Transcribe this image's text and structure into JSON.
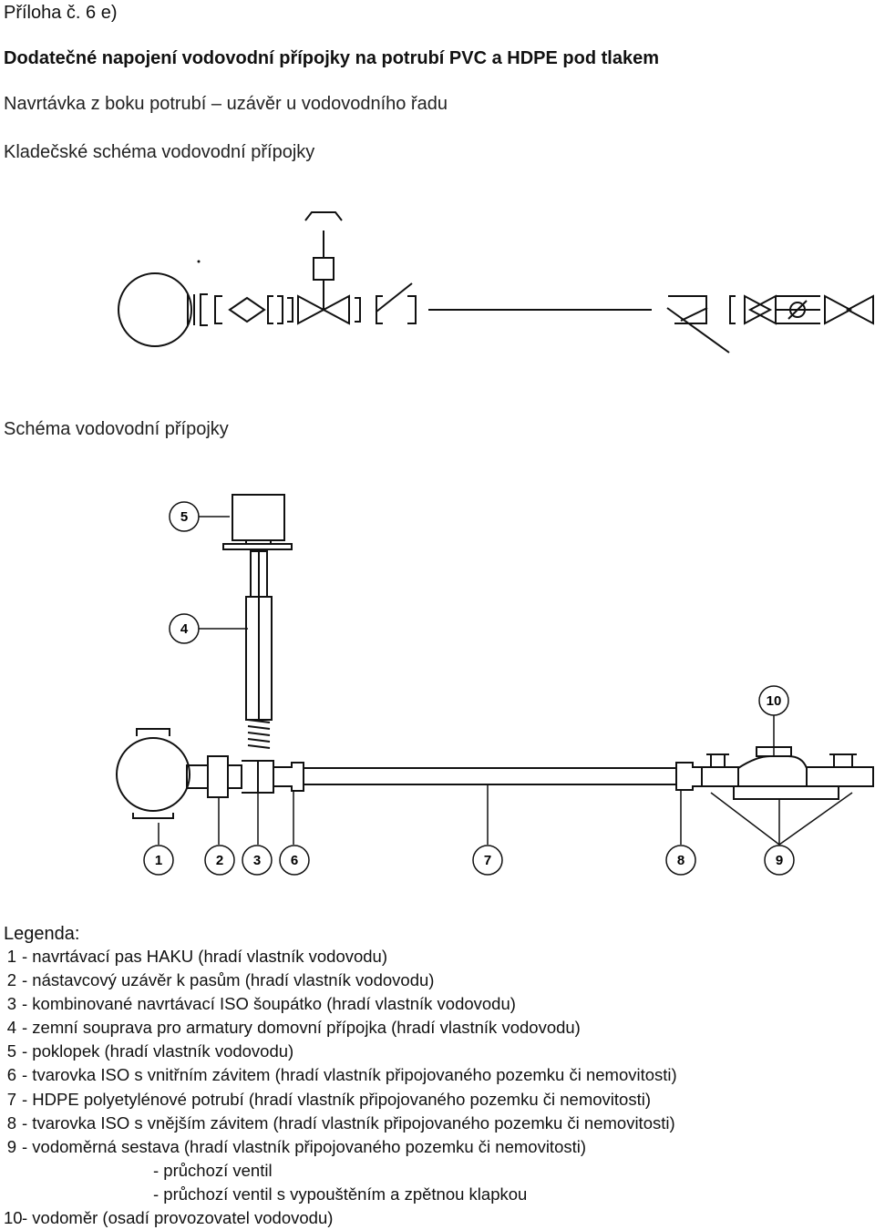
{
  "header": {
    "attachment": "Příloha č. 6 e)",
    "title": "Dodatečné napojení vodovodní přípojky na potrubí PVC a HDPE pod tlakem",
    "subtitle": "Navrtávka z boku potrubí – uzávěr u vodovodního řadu",
    "schema1_title": "Kladečské schéma vodovodní přípojky",
    "schema2_title": "Schéma vodovodní přípojky"
  },
  "callouts": [
    "1",
    "2",
    "3",
    "6",
    "7",
    "8",
    "9",
    "5",
    "4",
    "10"
  ],
  "legend": {
    "title": "Legenda:",
    "items": [
      {
        "num": "1",
        "text": "- navrtávací pas HAKU (hradí vlastník vodovodu)"
      },
      {
        "num": "2",
        "text": "- nástavcový uzávěr k pasům (hradí vlastník vodovodu)"
      },
      {
        "num": "3",
        "text": "- kombinované navrtávací ISO šoupátko (hradí vlastník vodovodu)"
      },
      {
        "num": "4",
        "text": "- zemní souprava pro armatury domovní přípojka (hradí vlastník vodovodu)"
      },
      {
        "num": "5",
        "text": "- poklopek (hradí vlastník vodovodu)"
      },
      {
        "num": "6",
        "text": "- tvarovka ISO s vnitřním závitem (hradí vlastník připojovaného pozemku či nemovitosti)"
      },
      {
        "num": "7",
        "text": "- HDPE polyetylénové potrubí (hradí vlastník připojovaného pozemku či nemovitosti)"
      },
      {
        "num": "8",
        "text": "- tvarovka ISO s vnějším závitem (hradí vlastník připojovaného pozemku či nemovitosti)"
      },
      {
        "num": "9",
        "text": "- vodoměrná sestava (hradí vlastník připojovaného pozemku či nemovitosti)"
      }
    ],
    "sub_items": [
      "- průchozí ventil",
      "- průchozí ventil s vypouštěním a zpětnou klapkou"
    ],
    "last_item": {
      "num": "10",
      "text": "- vodoměr (osadí provozovatel vodovodu)"
    }
  }
}
